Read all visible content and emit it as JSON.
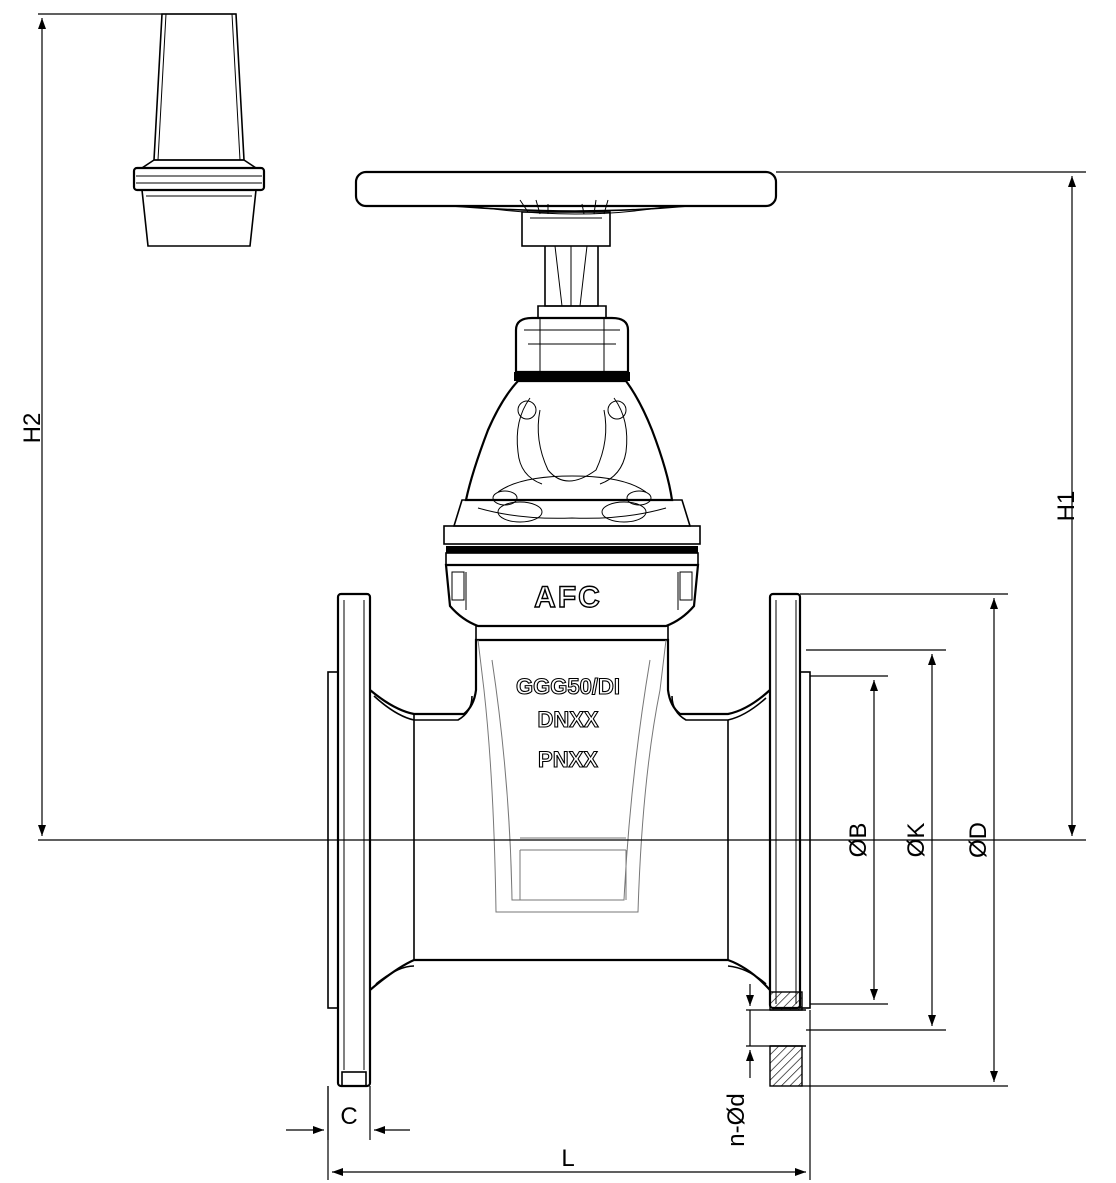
{
  "brand_mark": "AFC",
  "body_marking": {
    "material": "GGG50/DI",
    "nominal_diameter": "DNXX",
    "nominal_pressure": "PNXX"
  },
  "dimensions": {
    "h1": "H1",
    "h2": "H2",
    "b": "ØB",
    "k": "ØK",
    "d": "ØD",
    "c": "C",
    "l": "L",
    "n_bolt_holes": "n-Ød"
  }
}
